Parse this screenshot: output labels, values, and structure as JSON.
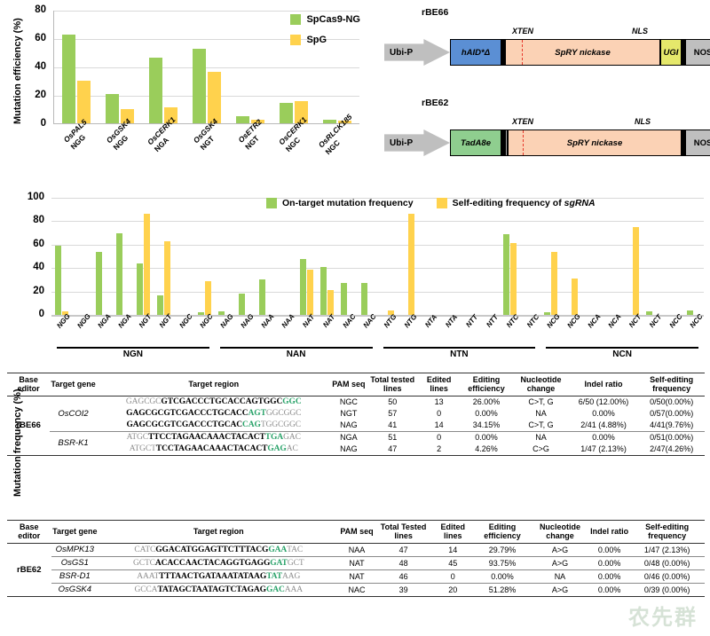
{
  "colors": {
    "green": "#9acd5b",
    "yellow": "#ffd24d",
    "blue": "#5b8fd4",
    "lightgreen": "#8fce8f",
    "peach": "#fbd2b5",
    "ugi": "#e5e86b",
    "grey": "#bfbfbf",
    "dashed_red": "#e8372a",
    "seq_highlight": "#2aa36a"
  },
  "chart_data": [
    {
      "type": "bar",
      "title": "",
      "ylabel": "Mutation efficiency (%)",
      "xlabel": "",
      "ylim": [
        0,
        80
      ],
      "yticks": [
        0,
        20,
        40,
        60,
        80
      ],
      "grid": true,
      "legend_position": "top-right",
      "categories": [
        "OsPAL5 NGG",
        "OsGSK4 NGG",
        "OsCERK1 NGA",
        "OsGSK4 NGT",
        "OsETR2 NGT",
        "OsCERK1 NGC",
        "OsRLCK185 NGC"
      ],
      "category_genes": [
        "OsPAL5",
        "OsGSK4",
        "OsCERK1",
        "OsGSK4",
        "OsETR2",
        "OsCERK1",
        "OsRLCK185"
      ],
      "category_pams": [
        "NGG",
        "NGG",
        "NGA",
        "NGT",
        "NGT",
        "NGC",
        "NGC"
      ],
      "series": [
        {
          "name": "SpCas9-NG",
          "color": "#9acd5b",
          "values": [
            62.5,
            20.5,
            46.0,
            52.5,
            5.2,
            14.2,
            2.4
          ]
        },
        {
          "name": "SpG",
          "color": "#ffd24d",
          "values": [
            30.0,
            10.2,
            11.2,
            36.2,
            2.2,
            15.6,
            2.0
          ]
        }
      ]
    },
    {
      "type": "bar",
      "title": "",
      "ylabel": "Mutation frequency (%)",
      "xlabel": "",
      "ylim": [
        0,
        100
      ],
      "yticks": [
        0,
        20,
        40,
        60,
        80,
        100
      ],
      "grid": true,
      "legend_position": "top-center",
      "categories": [
        "NGG",
        "NGG",
        "NGA",
        "NGA",
        "NGT",
        "NGT",
        "NGC",
        "NGC",
        "NAG",
        "NAG",
        "NAA",
        "NAA",
        "NAT",
        "NAT",
        "NAC",
        "NAC",
        "NTG",
        "NTG",
        "NTA",
        "NTA",
        "NTT",
        "NTT",
        "NTC",
        "NTC",
        "NCG",
        "NCG",
        "NCA",
        "NCA",
        "NCT",
        "NCT",
        "NCC",
        "NCC"
      ],
      "groups": [
        {
          "label": "NGN",
          "span": 8
        },
        {
          "label": "NAN",
          "span": 8
        },
        {
          "label": "NTN",
          "span": 8
        },
        {
          "label": "NCN",
          "span": 8
        }
      ],
      "series": [
        {
          "name": "On-target mutation frequency",
          "color": "#9acd5b",
          "values": [
            59,
            0,
            54,
            70,
            44,
            17,
            0,
            2,
            3,
            18,
            30,
            0,
            48,
            41,
            27,
            27,
            0,
            0,
            0,
            0,
            0,
            0,
            69,
            0,
            2,
            0,
            0,
            0,
            0,
            3,
            0,
            4
          ]
        },
        {
          "name": "Self-editing frequency of sgRNA",
          "color": "#ffd24d",
          "values": [
            3,
            0,
            0,
            0,
            86,
            63,
            0,
            29,
            0,
            0,
            0,
            0,
            39,
            21,
            0,
            0,
            4,
            86,
            0,
            0,
            0,
            0,
            61,
            0,
            54,
            31,
            0,
            0,
            75,
            0,
            0,
            0
          ]
        }
      ]
    }
  ],
  "panelB": {
    "constructs": [
      {
        "title": "rBE66",
        "promoter": "Ubi-P",
        "deaminase": "hAID*Δ",
        "xten_tag": "XTEN",
        "nickase": "SpRY nickase",
        "nls_tag": "NLS",
        "ugi": "UGI",
        "terminator": "NOS"
      },
      {
        "title": "rBE62",
        "promoter": "Ubi-P",
        "deaminase": "TadA8e",
        "xten_tag": "XTEN",
        "nickase": "SpRY nickase",
        "nls_tag": "NLS",
        "ugi": null,
        "terminator": "NOS"
      }
    ]
  },
  "tableA": {
    "headers": [
      "Base editor",
      "Target gene",
      "Target region",
      "PAM seq",
      "Total tested lines",
      "Edited lines",
      "Editing efficiency",
      "Nucleotide change",
      "Indel ratio",
      "Self-editing frequency"
    ],
    "editor": "rBE66",
    "rows": [
      {
        "gene": "OsCOI2",
        "gene_rowspan": 3,
        "seq_pre": "GAGCGC",
        "seq_bold": "GTCGACCCTGCACCAGTGGC",
        "seq_hl": "GGC",
        "seq_post": "",
        "pam": "NGC",
        "total": "50",
        "edited": "13",
        "eff": "26.00%",
        "nuc": "C>T, G",
        "indel": "6/50 (12.00%)",
        "self": "0/50(0.00%)"
      },
      {
        "gene": null,
        "seq_pre": "",
        "seq_bold": "GAGCGCGTCGACCCTGCACC",
        "seq_hl": "AGT",
        "seq_post": "GGCGGC",
        "pam": "NGT",
        "total": "57",
        "edited": "0",
        "eff": "0.00%",
        "nuc": "NA",
        "indel": "0.00%",
        "self": "0/57(0.00%)"
      },
      {
        "gene": null,
        "seq_pre": "",
        "seq_bold": "GAGCGCGTCGACCCTGCAC",
        "seq_hl": "CAG",
        "seq_post": "TGGCGGC",
        "pam": "NAG",
        "total": "41",
        "edited": "14",
        "eff": "34.15%",
        "nuc": "C>T, G",
        "indel": "2/41 (4.88%)",
        "self": "4/41(9.76%)"
      },
      {
        "gene": "BSR-K1",
        "gene_rowspan": 2,
        "divider": true,
        "seq_pre": "ATGC",
        "seq_bold": "TTCCTAGAACAAACTACACT",
        "seq_hl": "TGA",
        "seq_post": "GAC",
        "pam": "NGA",
        "total": "51",
        "edited": "0",
        "eff": "0.00%",
        "nuc": "NA",
        "indel": "0.00%",
        "self": "0/51(0.00%)"
      },
      {
        "gene": null,
        "seq_pre": "ATGCT",
        "seq_bold": "TCCTAGAACAAACTACACT",
        "seq_hl": "GAG",
        "seq_post": "AC",
        "pam": "NAG",
        "total": "47",
        "edited": "2",
        "eff": "4.26%",
        "nuc": "C>G",
        "indel": "1/47 (2.13%)",
        "self": "2/47(4.26%)"
      }
    ]
  },
  "tableB": {
    "headers": [
      "Base editor",
      "Target gene",
      "Target region",
      "PAM seq",
      "Total Tested lines",
      "Edited lines",
      "Editing efficiency",
      "Nucleotide change",
      "Indel ratio",
      "Self-editing frequency"
    ],
    "editor": "rBE62",
    "rows": [
      {
        "gene": "OsMPK13",
        "seq_pre": "CATC",
        "seq_bold": "GGACATGGAGTTCTTTACG",
        "seq_hl": "GAA",
        "seq_post": "TAC",
        "pam": "NAA",
        "total": "47",
        "edited": "14",
        "eff": "29.79%",
        "nuc": "A>G",
        "indel": "0.00%",
        "self": "1/47 (2.13%)"
      },
      {
        "gene": "OsGS1",
        "seq_pre": "GCTC",
        "seq_bold": "ACACCAACTACAGGTGAGG",
        "seq_hl": "GAT",
        "seq_post": "GCT",
        "pam": "NAT",
        "total": "48",
        "edited": "45",
        "eff": "93.75%",
        "nuc": "A>G",
        "indel": "0.00%",
        "self": "0/48 (0.00%)"
      },
      {
        "gene": "BSR-D1",
        "seq_pre": "AAAT",
        "seq_bold": "TTTAACTGATAAATATAAG",
        "seq_hl": "TAT",
        "seq_post": "AAG",
        "pam": "NAT",
        "total": "46",
        "edited": "0",
        "eff": "0.00%",
        "nuc": "NA",
        "indel": "0.00%",
        "self": "0/46 (0.00%)"
      },
      {
        "gene": "OsGSK4",
        "seq_pre": "GCCA",
        "seq_bold": "TATAGCTAATAGTCTAGAG",
        "seq_hl": "GAC",
        "seq_post": "AAA",
        "pam": "NAC",
        "total": "39",
        "edited": "20",
        "eff": "51.28%",
        "nuc": "A>G",
        "indel": "0.00%",
        "self": "0/39 (0.00%)"
      }
    ]
  }
}
